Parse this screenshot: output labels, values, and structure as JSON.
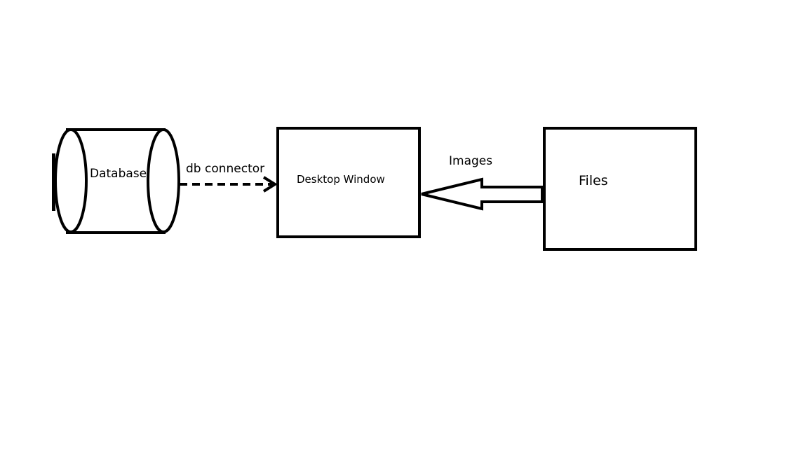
{
  "nodes": {
    "database": {
      "label": "Database"
    },
    "desktop_window": {
      "label": "Desktop Window"
    },
    "files": {
      "label": "Files"
    }
  },
  "edges": {
    "db_connector": {
      "label": "db connector",
      "style": "dashed"
    },
    "images": {
      "label": "Images",
      "style": "block-arrow"
    }
  },
  "colors": {
    "stroke": "#000000",
    "background": "#ffffff"
  }
}
